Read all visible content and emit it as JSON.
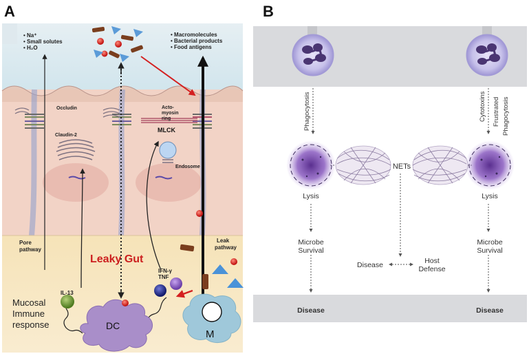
{
  "panel_a": {
    "letter": "A",
    "top_left_labels": [
      "• Na⁺",
      "• Small solutes",
      "• H₂O"
    ],
    "top_right_labels": [
      "• Macromolecules",
      "• Bacterial products",
      "• Food antigens"
    ],
    "occludin": "Occludin",
    "claudin": "Claudin-2",
    "acto_1": "Acto-",
    "acto_2": "myosin",
    "acto_3": "ring",
    "mlck": "MLCK",
    "endosome": "Endosome",
    "pore_1": "Pore",
    "pore_2": "pathway",
    "leak_1": "Leak",
    "leak_2": "pathway",
    "leaky_gut": "Leaky Gut",
    "il13": "IL-13",
    "ifn": "IFN-γ",
    "tnf": "TNF",
    "mucosal_1": "Mucosal",
    "mucosal_2": "Immune",
    "mucosal_3": "response",
    "dc": "DC",
    "m": "M",
    "colors": {
      "red_arrow": "#d42020",
      "leaky_gut": "#cc1f1f",
      "lumen": "#dbeaf0",
      "epithelium": "#f2d3c6",
      "lamina": "#f7e3b8"
    }
  },
  "panel_b": {
    "letter": "B",
    "phagocytosis": "Phagocytosis",
    "cytotoxins": "Cytotoxins",
    "frustrated_1": "Frustrated",
    "frustrated_2": "Phagocytosis",
    "lysis_left": "Lysis",
    "lysis_right": "Lysis",
    "nets": "NETs",
    "microbe_left_1": "Microbe",
    "microbe_left_2": "Survival",
    "microbe_right_1": "Microbe",
    "microbe_right_2": "Survival",
    "disease_center": "Disease",
    "host_1": "Host",
    "host_2": "Defense",
    "disease_left": "Disease",
    "disease_right": "Disease",
    "colors": {
      "band": "#d9dadd",
      "neutrophil": "#c9c4ea",
      "nucleus": "#4a3572",
      "net_purple": "#7a4fa8"
    }
  }
}
